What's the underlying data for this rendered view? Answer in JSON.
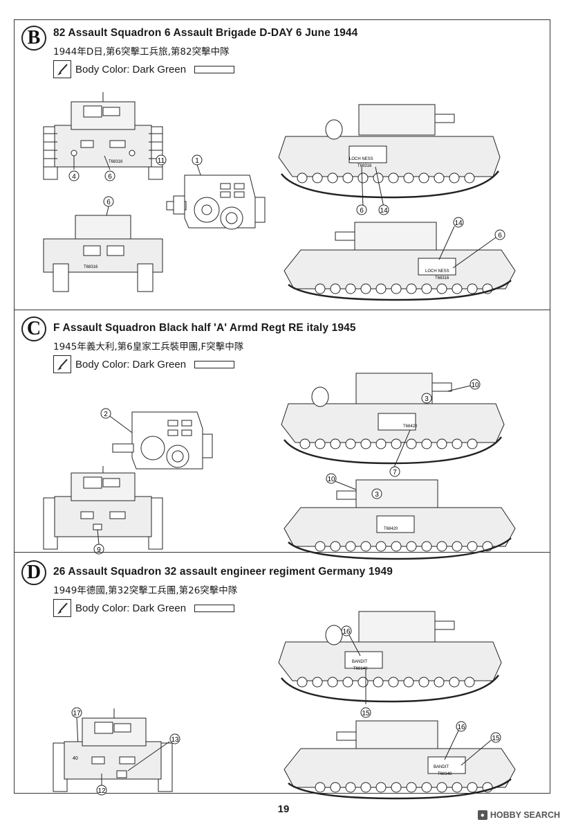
{
  "sections": [
    {
      "letter": "B",
      "title": "82 Assault Squadron 6 Assault Brigade D-DAY 6 June 1944",
      "subtitle": "1944年D日,第6突擊工兵旅,第82突擊中隊",
      "body_color": "Body Color: Dark  Green",
      "callouts": [
        "4",
        "6",
        "11",
        "1",
        "6",
        "6",
        "14",
        "14",
        "6"
      ],
      "markings": [
        "T68316",
        "T68316",
        "LOCH NESS",
        "T68316",
        "LOCH NESS",
        "T68316"
      ]
    },
    {
      "letter": "C",
      "title": "F Assault Squadron Black half 'A' Armd Regt RE italy 1945",
      "subtitle": "1945年義大利,第6皇家工兵裝甲團,F突擊中隊",
      "body_color": "Body Color: Dark  Green",
      "callouts": [
        "10",
        "3",
        "2",
        "7",
        "10",
        "3",
        "9"
      ],
      "markings": [
        "T68420",
        "T68420"
      ]
    },
    {
      "letter": "D",
      "title": "26 Assault Squadron 32 assault engineer regiment Germany 1949",
      "subtitle": "1949年德國,第32突擊工兵團,第26突擊中隊",
      "body_color": "Body Color: Dark  Green",
      "callouts": [
        "16",
        "15",
        "17",
        "13",
        "12",
        "16",
        "15"
      ],
      "markings": [
        "BANDIT",
        "T68148",
        "40",
        "BANDIT",
        "T68148"
      ]
    }
  ],
  "page_number": "19",
  "watermark": "HOBBY SEARCH"
}
